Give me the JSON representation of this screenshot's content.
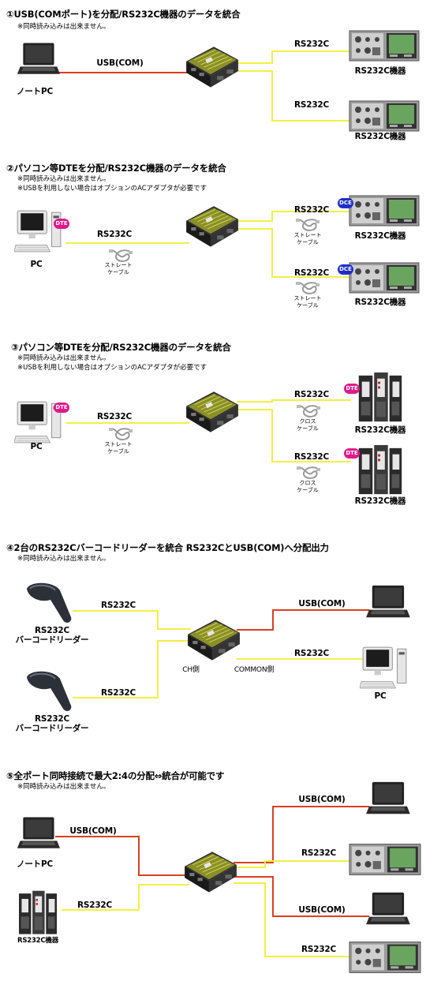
{
  "colors": {
    "usb_line": "#d9401f",
    "rs232_line": "#f2f044",
    "dte_badge": "#e0198a",
    "dce_badge": "#1e2fc8"
  },
  "sections": [
    {
      "title": "①USB(COMポート)を分配/RS232C機器のデータを統合",
      "notes": [
        "※同時読み込みは出来ません。"
      ],
      "left_device_label": "ノートPC",
      "left_line_label": "USB(COM)",
      "right_line_labels": [
        "RS232C",
        "RS232C"
      ],
      "right_device_labels": [
        "RS232C機器",
        "RS232C機器"
      ]
    },
    {
      "title": "②パソコン等DTEを分配/RS232C機器のデータを統合",
      "notes": [
        "※同時読み込みは出来ません。",
        "※USBを利用しない場合はオプションのACアダプタが必要です"
      ],
      "left_device_label": "PC",
      "left_badge": "DTE",
      "left_line_label": "RS232C",
      "left_cable_label": [
        "ストレート",
        "ケーブル"
      ],
      "right_line_labels": [
        "RS232C",
        "RS232C"
      ],
      "right_cable_label": [
        "ストレート",
        "ケーブル"
      ],
      "right_badge": "DCE",
      "right_device_labels": [
        "RS232C機器",
        "RS232C機器"
      ]
    },
    {
      "title": "③パソコン等DTEを分配/RS232C機器のデータを統合",
      "notes": [
        "※同時読み込みは出来ません。",
        "※USBを利用しない場合はオプションのACアダプタが必要です"
      ],
      "left_device_label": "PC",
      "left_badge": "DTE",
      "left_line_label": "RS232C",
      "left_cable_label": [
        "ストレート",
        "ケーブル"
      ],
      "right_line_labels": [
        "RS232C",
        "RS232C"
      ],
      "right_cable_label": [
        "クロス",
        "ケーブル"
      ],
      "right_badge": "DTE",
      "right_device_labels": [
        "RS232C機器",
        "RS232C機器"
      ]
    },
    {
      "title": "④2台のRS232Cバーコードリーダーを統合 RS232CとUSB(COM)へ分配出力",
      "notes": [
        "※同時読み込みは出来ません。"
      ],
      "left_device_labels": [
        "RS232C\nバーコードリーダー",
        "RS232C\nバーコードリーダー"
      ],
      "left_line_labels": [
        "RS232C",
        "RS232C"
      ],
      "ch_label": "CH側",
      "common_label": "COMMON側",
      "right_line_labels": [
        "USB(COM)",
        "RS232C"
      ],
      "right_device_label": "PC"
    },
    {
      "title": "⑤全ポート同時接続で最大2:4の分配⇔統合が可能です",
      "notes": [
        "※同時読み込みは出来ません。"
      ],
      "left_device_labels": [
        "ノートPC",
        "RS232C機器"
      ],
      "left_line_labels": [
        "USB(COM)",
        "RS232C"
      ],
      "right_line_labels": [
        "USB(COM)",
        "RS232C",
        "USB(COM)",
        "RS232C"
      ]
    }
  ]
}
